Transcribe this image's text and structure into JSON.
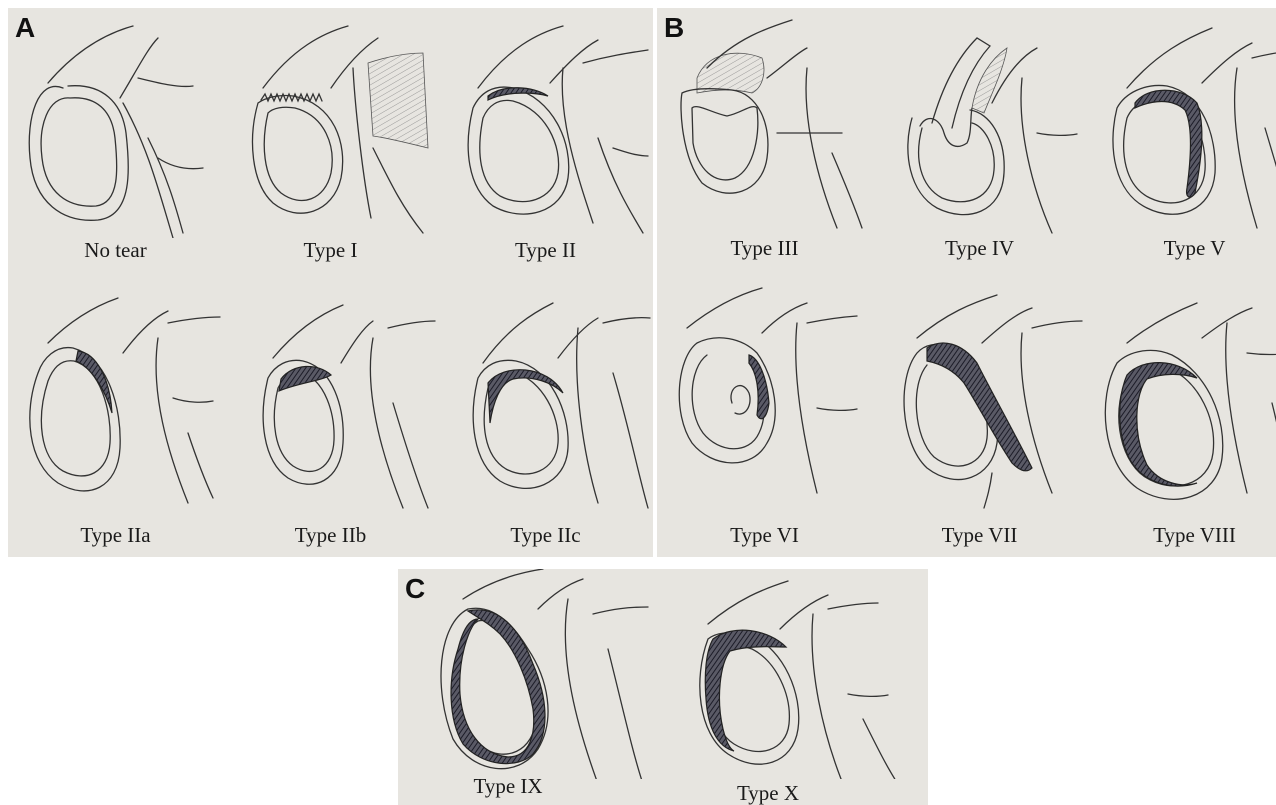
{
  "panels": {
    "a": {
      "letter": "A",
      "cells": [
        {
          "label": "No tear"
        },
        {
          "label": "Type I"
        },
        {
          "label": "Type II"
        },
        {
          "label": "Type IIa"
        },
        {
          "label": "Type IIb"
        },
        {
          "label": "Type IIc"
        }
      ]
    },
    "b": {
      "letter": "B",
      "cells": [
        {
          "label": "Type III"
        },
        {
          "label": "Type IV"
        },
        {
          "label": "Type V"
        },
        {
          "label": "Type VI"
        },
        {
          "label": "Type VII"
        },
        {
          "label": "Type VIII"
        }
      ]
    },
    "c": {
      "letter": "C",
      "cells": [
        {
          "label": "Type IX"
        },
        {
          "label": "Type X"
        }
      ]
    }
  },
  "colors": {
    "paper": "#e7e5e0",
    "ink": "#333333",
    "hatch": "#2a2a3a"
  }
}
